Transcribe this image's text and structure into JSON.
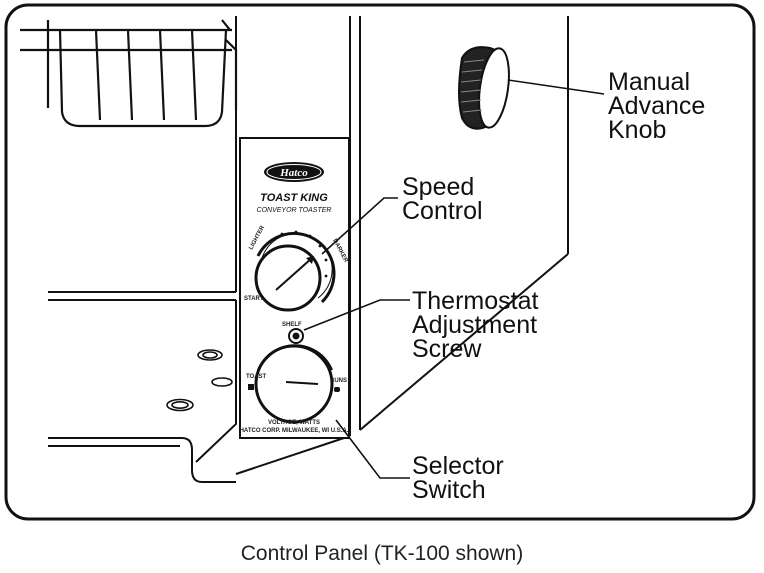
{
  "callouts": {
    "manual_advance": [
      "Manual",
      "Advance",
      "Knob"
    ],
    "speed_control": [
      "Speed",
      "Control"
    ],
    "thermostat": [
      "Thermostat",
      "Adjustment",
      "Screw"
    ],
    "selector": [
      "Selector",
      "Switch"
    ]
  },
  "panel": {
    "logo": "Hatco",
    "model_name": "TOAST KING",
    "model_sub": "CONVEYOR TOASTER",
    "dial_left": "LIGHTER",
    "dial_right": "DARKER",
    "dial_start": "START",
    "thermo_label": "SHELF",
    "selector_left": "TOAST",
    "selector_right": "BUNS",
    "footer1": "VOLTAGE, WATTS",
    "footer2": "HATCO CORP. MILWAUKEE, WI U.S.A."
  },
  "caption": "Control Panel (TK-100 shown)",
  "colors": {
    "stroke": "#111111",
    "background": "#ffffff"
  }
}
